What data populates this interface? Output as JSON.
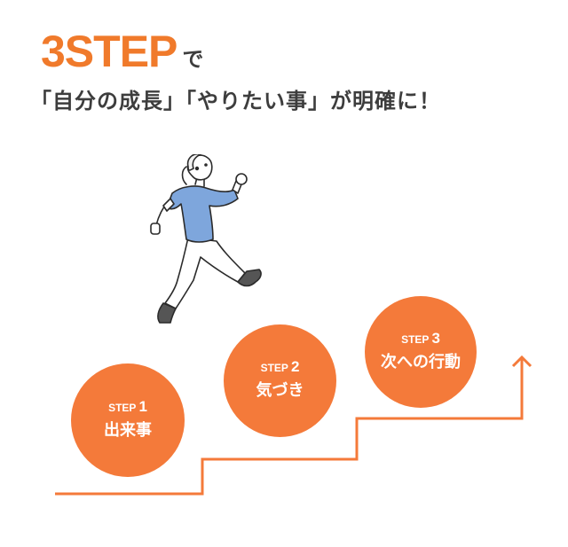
{
  "heading": {
    "highlight": "3STEP",
    "particle": "で",
    "line2": "「自分の成長」「やりたい事」が明確に！"
  },
  "steps": [
    {
      "label": "STEP",
      "number": "1",
      "title": "出来事"
    },
    {
      "label": "STEP",
      "number": "2",
      "title": "気づき"
    },
    {
      "label": "STEP",
      "number": "3",
      "title": "次への行動"
    }
  ],
  "colors": {
    "accent": "#f47a3a",
    "heading_accent": "#f07a2b",
    "text": "#3d3d3d",
    "shirt": "#7ea6dc"
  },
  "icons": {
    "runner": "running-person-illustration",
    "stairs": "staircase-arrow-icon"
  }
}
